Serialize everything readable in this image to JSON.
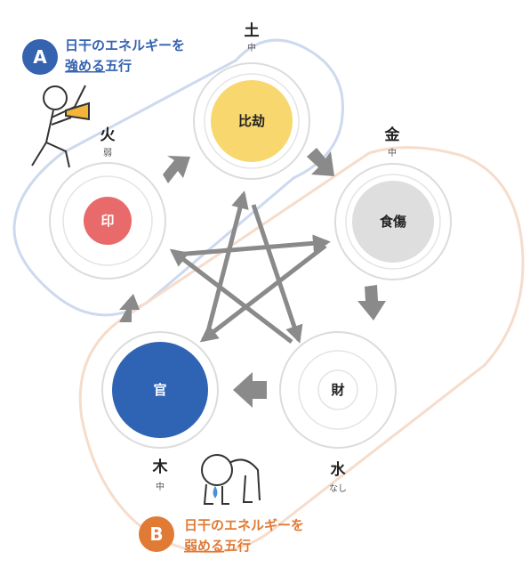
{
  "colors": {
    "earth": "#f8d76e",
    "fire": "#e86a6a",
    "metal": "#dedede",
    "wood": "#2f64b4",
    "arrow": "#8a8a8a",
    "legend_a": "#3563b0",
    "legend_b": "#e07a35",
    "region_a": "#cdd9ee",
    "region_b": "#f6dccb"
  },
  "elements": {
    "earth": {
      "label": "土",
      "strength": "中",
      "role": "比劫"
    },
    "metal": {
      "label": "金",
      "strength": "中",
      "role": "食傷"
    },
    "water": {
      "label": "水",
      "strength": "なし",
      "role": "財"
    },
    "wood": {
      "label": "木",
      "strength": "中",
      "role": "官"
    },
    "fire": {
      "label": "火",
      "strength": "弱",
      "role": "印"
    }
  },
  "legend": {
    "a": {
      "badge": "A",
      "line1": "日干のエネルギーを",
      "line2_underlined": "強める",
      "line2_rest": "五行"
    },
    "b": {
      "badge": "B",
      "line1": "日干のエネルギーを",
      "line2_underlined": "弱める",
      "line2_rest": "五行"
    }
  },
  "icons": {
    "person_megaphone": "megaphone-person-icon",
    "person_crying": "crying-person-icon"
  }
}
